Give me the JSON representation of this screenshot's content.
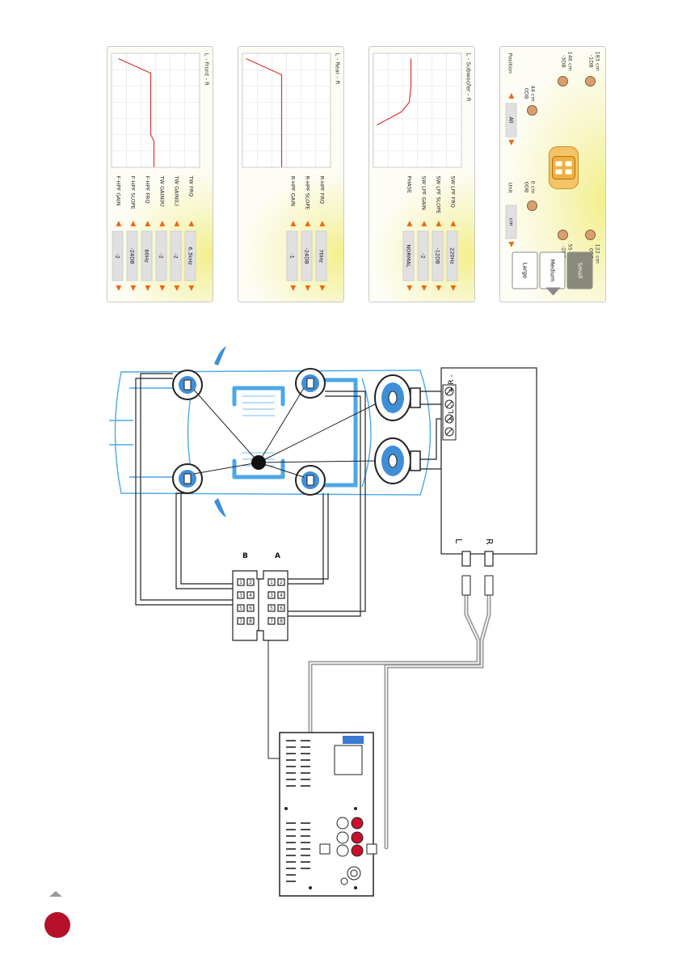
{
  "terminals": {
    "amp_plus_left": "+ L -",
    "amp_plus_right": "+ R -",
    "rca_left": "L",
    "rca_right": "R",
    "connector_a": "A",
    "connector_b": "B",
    "pins_a": [
      "1",
      "3",
      "5",
      "7",
      "2",
      "4",
      "6",
      "8"
    ],
    "pins_b": [
      "1",
      "3",
      "5",
      "7",
      "2",
      "4",
      "6",
      "8"
    ]
  },
  "panels": [
    {
      "title": "L - Front - R",
      "rows": [
        {
          "label": "TW FRQ",
          "value": "6.3kHz"
        },
        {
          "label": "TW GAIN(L)",
          "value": "-2"
        },
        {
          "label": "TW GAIN(R)",
          "value": "-2"
        },
        {
          "label": "F-HPF FRQ",
          "value": "60Hz"
        },
        {
          "label": "F-HPF SLOPE",
          "value": "-24DB"
        },
        {
          "label": "F-HPF GAIN",
          "value": "-2"
        }
      ]
    },
    {
      "title": "L - Rear - R",
      "rows": [
        {
          "label": "R-HPF FRQ",
          "value": "70Hz"
        },
        {
          "label": "R-HPF SLOPE",
          "value": "-24DB"
        },
        {
          "label": "R-HPF GAIN",
          "value": "-1"
        }
      ]
    },
    {
      "title": "L - Subwoofer - R",
      "rows": [
        {
          "label": "SW LPF FRQ",
          "value": "220Hz"
        },
        {
          "label": "SW LPF SLOPE",
          "value": "-12DB"
        },
        {
          "label": "SW LPF GAIN",
          "value": "-2"
        },
        {
          "label": "PHASE",
          "value": "NORMAL"
        }
      ]
    }
  ],
  "position_panel": {
    "buttons": [
      "Small",
      "Medium",
      "Large"
    ],
    "selected": "Small",
    "speakers": [
      {
        "dist": "183 cm",
        "gain": "-1DB"
      },
      {
        "dist": "146 cm",
        "gain": "-3DB"
      },
      {
        "dist": "122 cm",
        "gain": "0DB"
      },
      {
        "dist": "55 cm",
        "gain": "-2DB"
      },
      {
        "dist": "44 cm",
        "gain": "0DB"
      },
      {
        "dist": "0 cm",
        "gain": "0DB"
      }
    ],
    "position_label": "Position",
    "position_value": "All",
    "unit_label": "Unit",
    "unit_value": "cm"
  },
  "colors": {
    "car_outline": "#4aa8e8",
    "speaker_fill": "#3f8fd8",
    "wire": "#222222",
    "rca_cable": "#9a9a9a",
    "red_jack": "#c8102e",
    "eq_curve": "#e03030",
    "page_mark": "#b5112b",
    "accent_arrow": "#e86a12"
  }
}
